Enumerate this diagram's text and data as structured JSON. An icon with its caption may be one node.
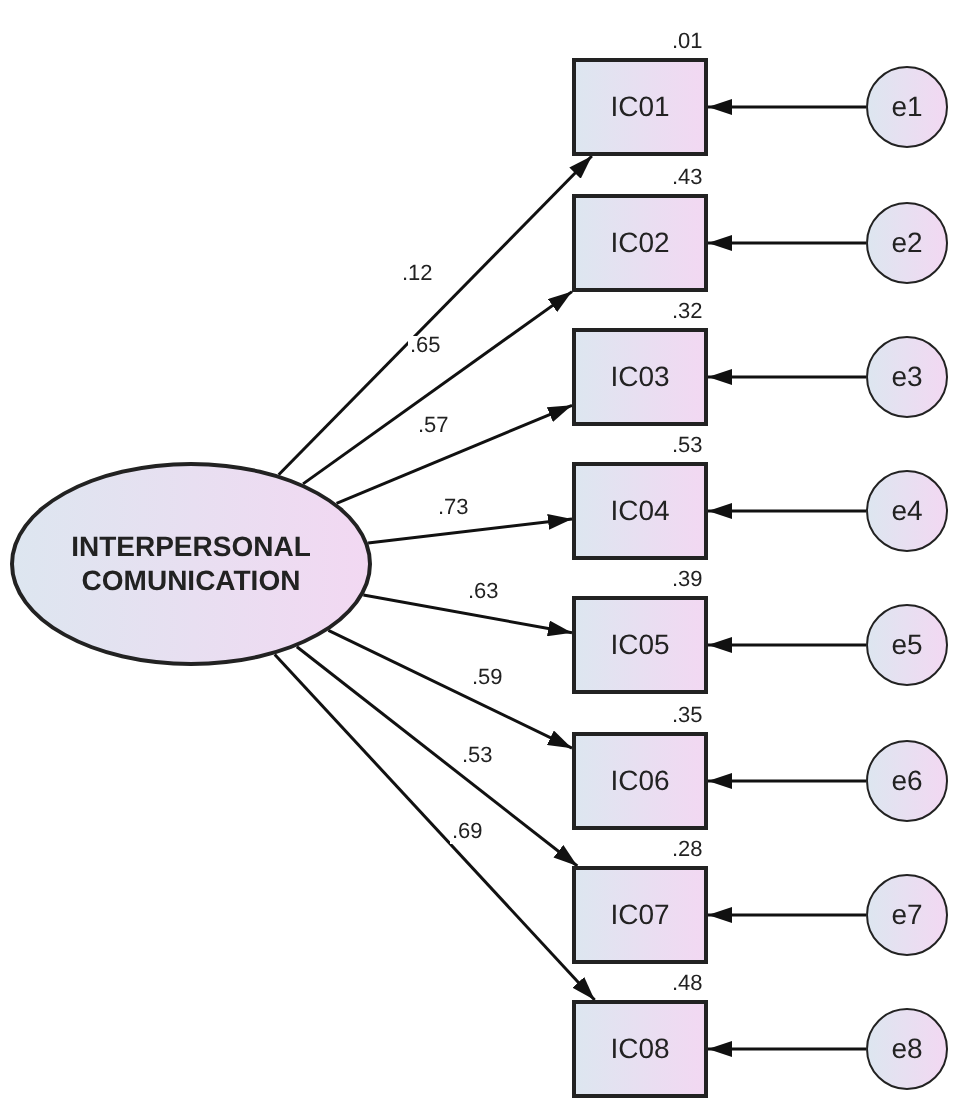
{
  "diagram": {
    "nodes": [
      {
        "text": [
          "INTERPERSONAL COMUNICATION"
        ]
      },
      {
        "text": [
          "IC01"
        ],
        "beside": [
          ".01"
        ]
      },
      {
        "text": [
          "IC02"
        ],
        "beside": [
          ".43"
        ]
      },
      {
        "text": [
          "IC03"
        ],
        "beside": [
          ".32"
        ]
      },
      {
        "text": [
          "IC04"
        ],
        "beside": [
          ".53"
        ]
      },
      {
        "text": [
          "IC05"
        ],
        "beside": [
          ".39"
        ]
      },
      {
        "text": [
          "IC06"
        ],
        "beside": [
          ".35"
        ]
      },
      {
        "text": [
          "IC07"
        ],
        "beside": [
          ".28"
        ]
      },
      {
        "text": [
          "IC08"
        ],
        "beside": [
          ".48"
        ]
      },
      {
        "text": [
          "e1"
        ]
      },
      {
        "text": [
          "e2"
        ]
      },
      {
        "text": [
          "e3"
        ]
      },
      {
        "text": [
          "e4"
        ]
      },
      {
        "text": [
          "e5"
        ]
      },
      {
        "text": [
          "e6"
        ]
      },
      {
        "text": [
          "e7"
        ]
      },
      {
        "text": [
          "e8"
        ]
      }
    ],
    "edges": [
      {
        "from": 0,
        "to": 1,
        "arrow": "to",
        "label": ".12"
      },
      {
        "from": 0,
        "to": 2,
        "arrow": "to",
        "label": ".65"
      },
      {
        "from": 0,
        "to": 3,
        "arrow": "to",
        "label": ".57"
      },
      {
        "from": 0,
        "to": 4,
        "arrow": "to",
        "label": ".73"
      },
      {
        "from": 0,
        "to": 5,
        "arrow": "to",
        "label": ".63"
      },
      {
        "from": 0,
        "to": 6,
        "arrow": "to",
        "label": ".59"
      },
      {
        "from": 0,
        "to": 7,
        "arrow": "to",
        "label": ".53"
      },
      {
        "from": 0,
        "to": 8,
        "arrow": "to",
        "label": ".69"
      },
      {
        "from": 9,
        "to": 1,
        "arrow": "to"
      },
      {
        "from": 10,
        "to": 2,
        "arrow": "to"
      },
      {
        "from": 11,
        "to": 3,
        "arrow": "to"
      },
      {
        "from": 12,
        "to": 4,
        "arrow": "to"
      },
      {
        "from": 13,
        "to": 5,
        "arrow": "to"
      },
      {
        "from": 14,
        "to": 6,
        "arrow": "to"
      },
      {
        "from": 15,
        "to": 7,
        "arrow": "to"
      },
      {
        "from": 16,
        "to": 8,
        "arrow": "to"
      }
    ]
  }
}
